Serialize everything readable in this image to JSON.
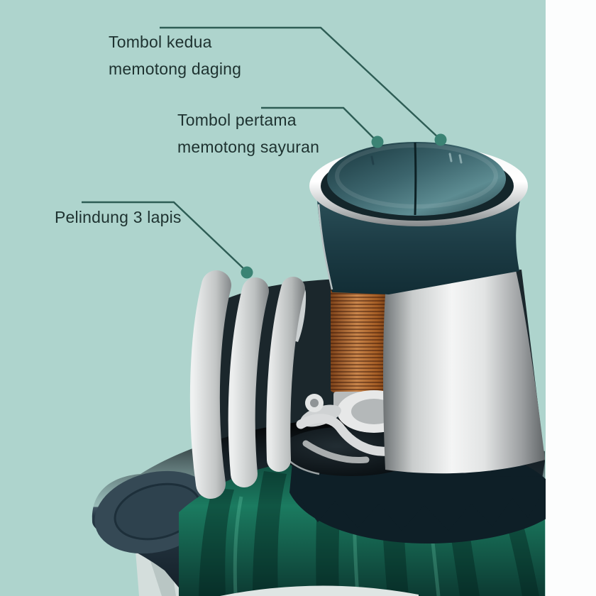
{
  "scene": {
    "description": "Cutaway product photo of a green electric food chopper showing motor coil, blades and bowl",
    "background": "mint"
  },
  "annotations": {
    "button2": {
      "line1": "Tombol kedua",
      "line2": "memotong daging"
    },
    "button1": {
      "line1": "Tombol pertama",
      "line2": "memotong sayuran"
    },
    "guard": {
      "line1": "Pelindung 3 lapis"
    }
  },
  "product": {
    "speed_marks": {
      "left_button": "I",
      "right_button": "II"
    },
    "parts": [
      "dual speed buttons",
      "chrome ring",
      "teal motor housing",
      "copper motor coil",
      "stainless cone body",
      "3-layer blade guard",
      "chopping blade",
      "green ribbed lid",
      "lid handle",
      "glass bowl spout"
    ]
  },
  "colors": {
    "bg": "#aed4cd",
    "strip": "#fcfdfd",
    "label": "#1e3230",
    "line": "#2e5d55",
    "dot": "#3b8374",
    "housing_teal": "#1d3b43",
    "button_teal": "#4a7d85",
    "copper": "#b06a30",
    "lid_green": "#177a5f",
    "lid_slate": "#2c3d4a",
    "steel": "#d9dbdb"
  }
}
